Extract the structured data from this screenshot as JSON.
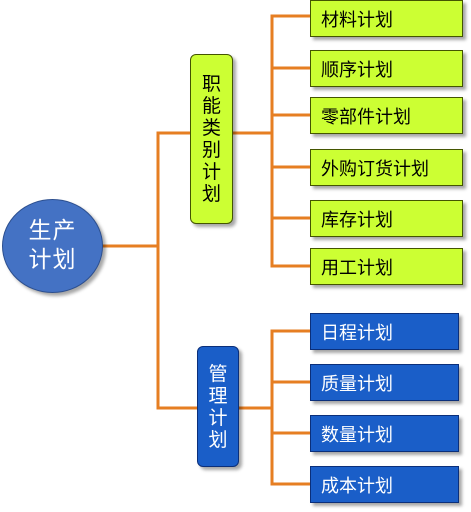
{
  "root": {
    "label": "生产计划"
  },
  "functional": {
    "label": "职能类别计划",
    "items": [
      "材料计划",
      "顺序计划",
      "零部件计划",
      "外购订货计划",
      "库存计划",
      "用工计划"
    ]
  },
  "management": {
    "label": "管理计划",
    "items": [
      "日程计划",
      "质量计划",
      "数量计划",
      "成本计划"
    ]
  },
  "colors": {
    "connector": "#e67e22",
    "root_fill": "#4472c4",
    "functional_fill": "#ccff33",
    "management_fill": "#1a5ec8"
  }
}
